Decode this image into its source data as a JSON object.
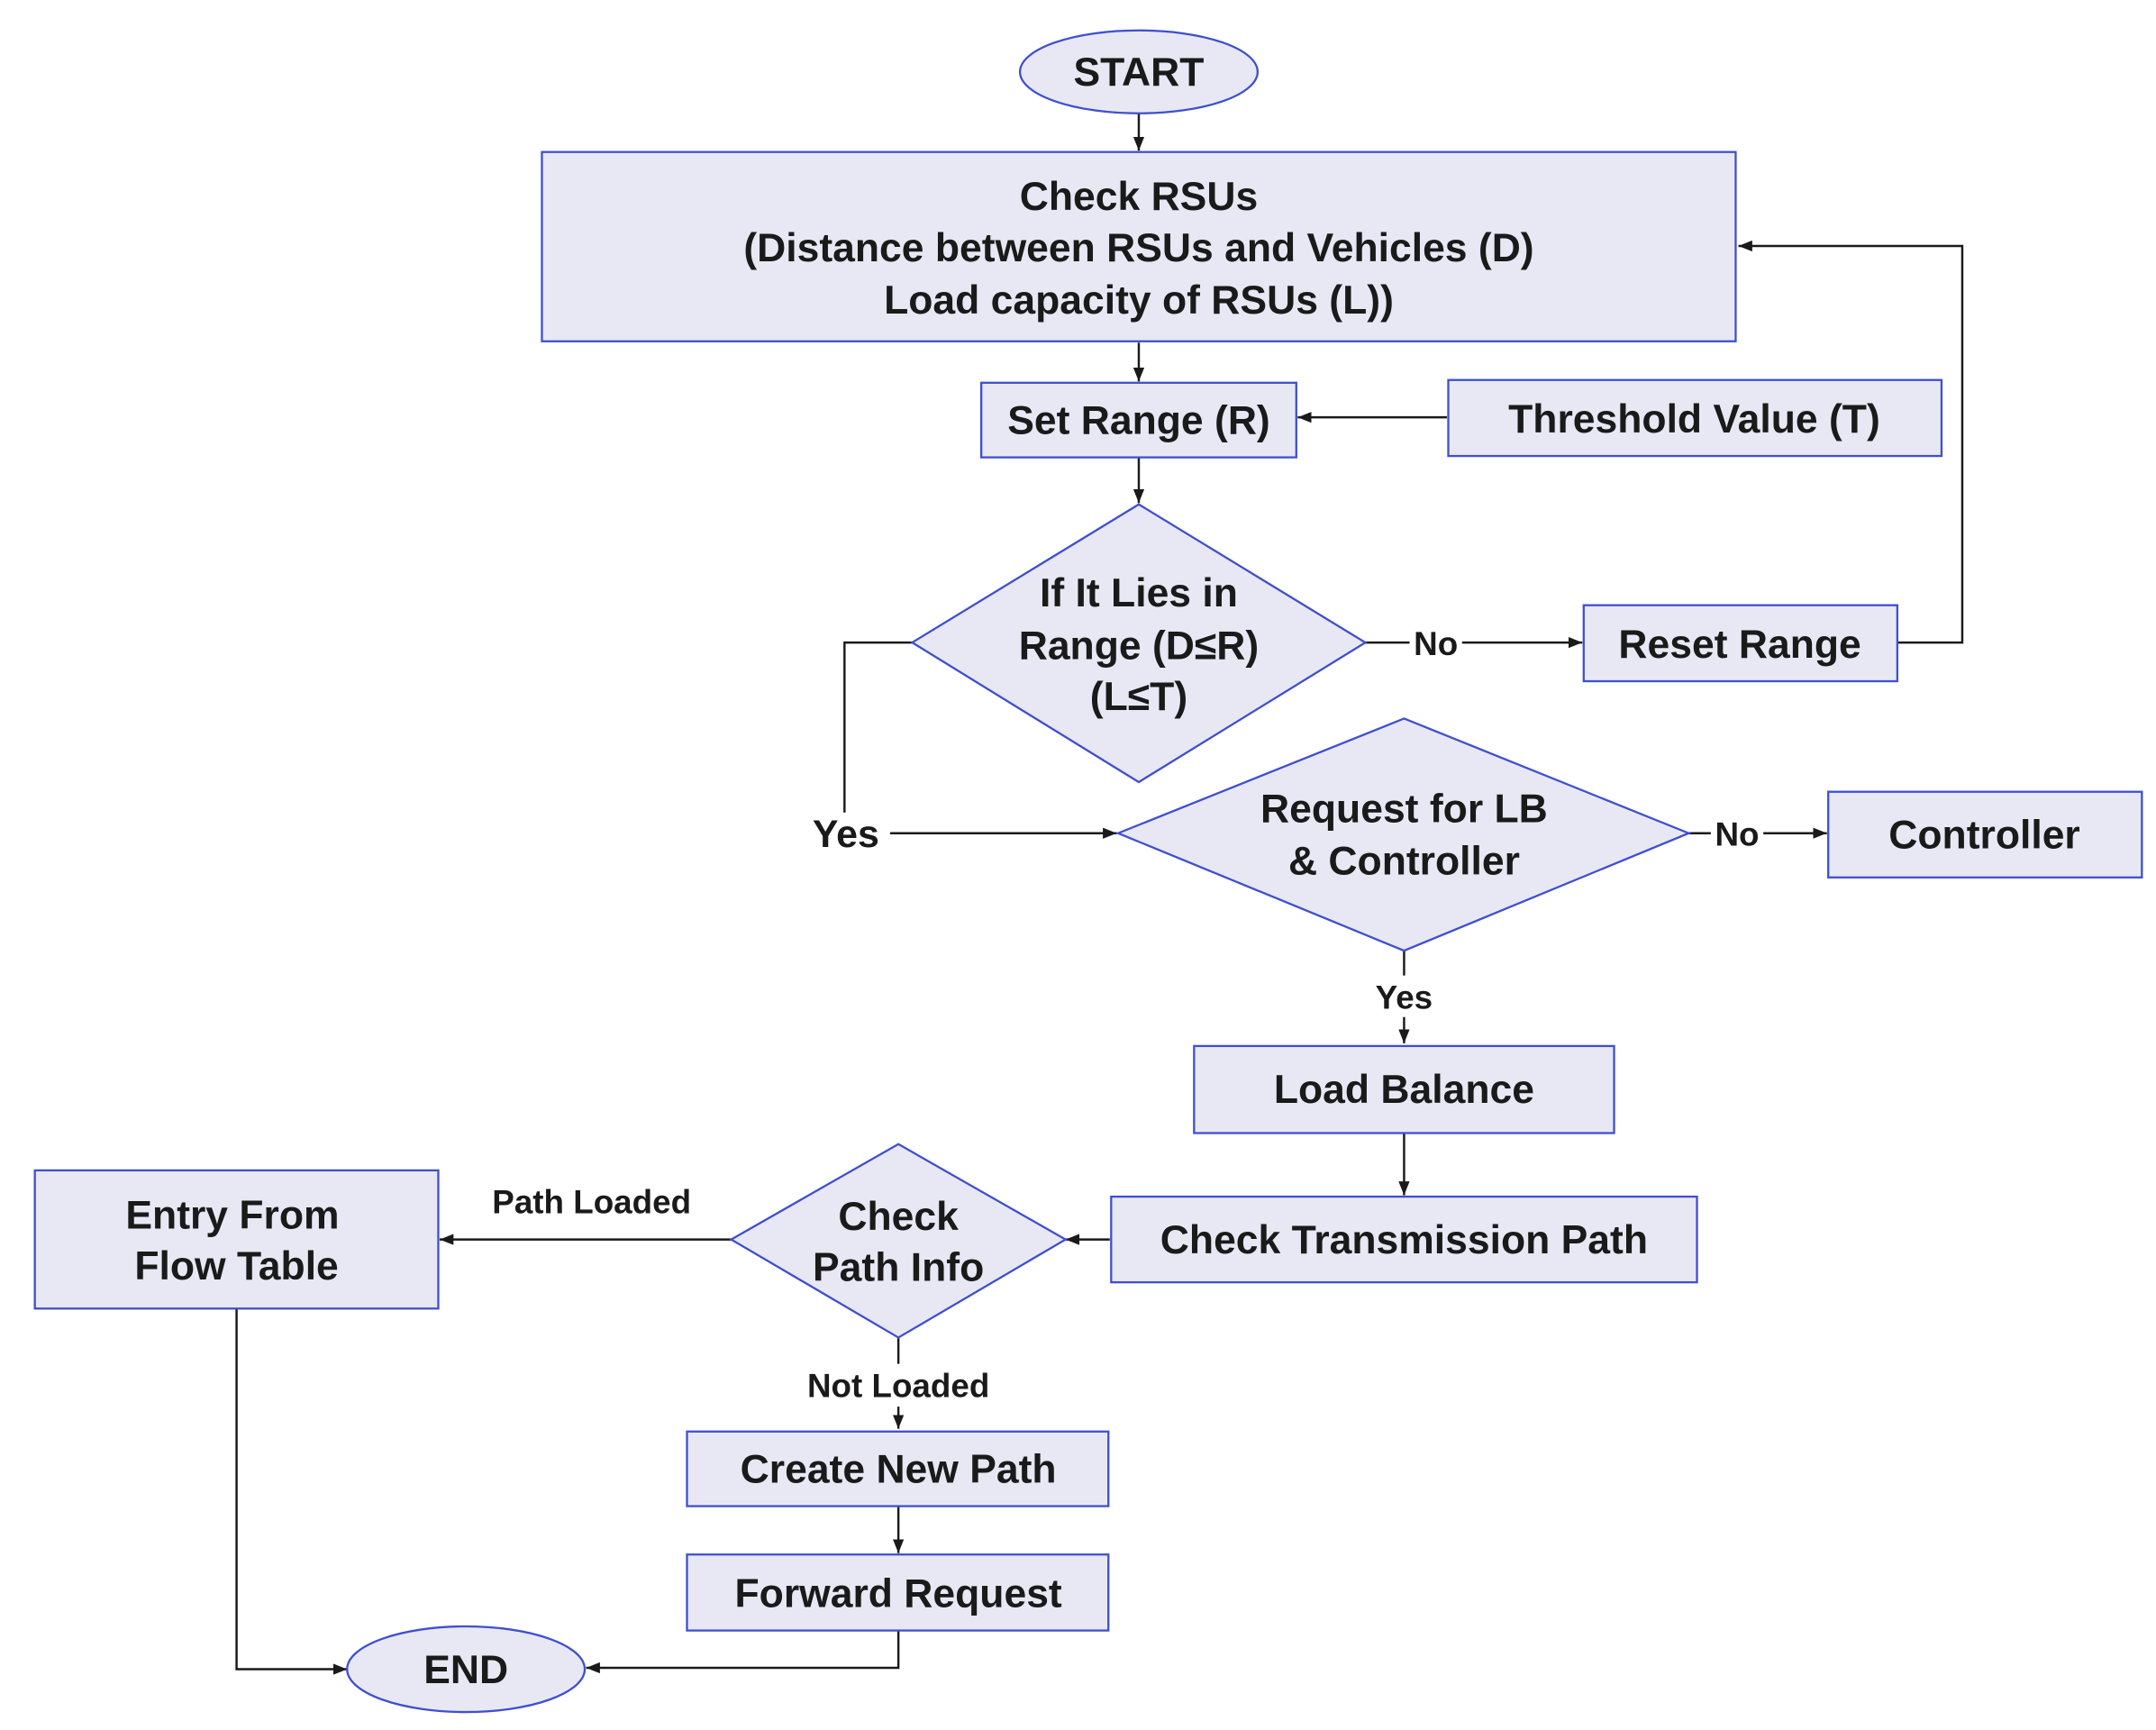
{
  "colors": {
    "node_fill": "#e8e8f4",
    "node_stroke": "#3f4fcf",
    "line": "#1a1a1a",
    "text": "#1a1a1a"
  },
  "nodes": {
    "start": "START",
    "check_rsus": [
      "Check RSUs",
      "(Distance between RSUs and Vehicles (D)",
      "Load capacity of RSUs  (L))"
    ],
    "set_range": "Set Range (R)",
    "threshold": "Threshold Value (T)",
    "if_range": [
      "If It Lies in",
      "Range (D≤R)",
      "(L≤T)"
    ],
    "reset_range": "Reset Range",
    "request_lb": [
      "Request for LB",
      "& Controller"
    ],
    "controller": "Controller",
    "load_balance": "Load Balance",
    "check_transmission": "Check Transmission Path",
    "check_path": [
      "Check",
      "Path Info"
    ],
    "entry_flow": [
      "Entry From",
      "Flow Table"
    ],
    "create_path": "Create New Path",
    "forward_request": "Forward Request",
    "end": "END"
  },
  "edge_labels": {
    "range_no": "No",
    "range_yes": "Yes",
    "lb_no": "No",
    "lb_yes": "Yes",
    "path_loaded": "Path Loaded",
    "not_loaded": "Not Loaded"
  }
}
